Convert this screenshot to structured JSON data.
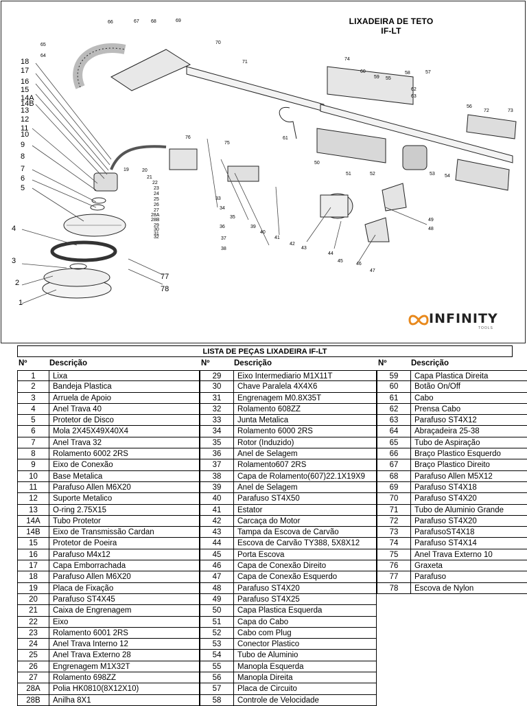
{
  "diagram": {
    "title_line1": "LIXADEIRA DE TETO",
    "title_line2": "IF-LT",
    "brand_name": "INFINITY",
    "brand_sub": "TOOLS",
    "callouts": [
      "1",
      "2",
      "3",
      "4",
      "5",
      "6",
      "7",
      "8",
      "9",
      "10",
      "11",
      "12",
      "13",
      "14B",
      "14A",
      "15",
      "16",
      "17",
      "18",
      "19",
      "20",
      "21",
      "22",
      "23",
      "24",
      "25",
      "26",
      "27",
      "28A",
      "28B",
      "29",
      "30",
      "31",
      "32",
      "33",
      "34",
      "35",
      "36",
      "37",
      "38",
      "39",
      "40",
      "41",
      "42",
      "43",
      "44",
      "45",
      "46",
      "47",
      "48",
      "49",
      "50",
      "51",
      "52",
      "53",
      "54",
      "55",
      "56",
      "57",
      "58",
      "59",
      "60",
      "61",
      "62",
      "63",
      "64",
      "65",
      "66",
      "67",
      "68",
      "69",
      "70",
      "71",
      "72",
      "73",
      "74",
      "75",
      "76",
      "77",
      "78"
    ]
  },
  "parts_table": {
    "title": "LISTA DE PEÇAS LIXADEIRA IF-LT",
    "col_no": "Nº",
    "col_desc": "Descrição",
    "columns": [
      [
        {
          "n": "1",
          "d": "Lixa"
        },
        {
          "n": "2",
          "d": "Bandeja Plastica"
        },
        {
          "n": "3",
          "d": "Arruela de Apoio"
        },
        {
          "n": "4",
          "d": "Anel Trava 40"
        },
        {
          "n": "5",
          "d": "Protetor de Disco"
        },
        {
          "n": "6",
          "d": "Mola 2X45X49X40X4"
        },
        {
          "n": "7",
          "d": "Anel Trava 32"
        },
        {
          "n": "8",
          "d": "Rolamento  6002 2RS"
        },
        {
          "n": "9",
          "d": "Eixo de Conexão"
        },
        {
          "n": "10",
          "d": "Base Metalica"
        },
        {
          "n": "11",
          "d": "Parafuso Allen M6X20"
        },
        {
          "n": "12",
          "d": "Suporte Metalico"
        },
        {
          "n": "13",
          "d": "O-ring 2.75X15"
        },
        {
          "n": "14A",
          "d": "Tubo Protetor"
        },
        {
          "n": "14B",
          "d": "Eixo de Transmissão Cardan"
        },
        {
          "n": "15",
          "d": "Protetor de Poeira"
        },
        {
          "n": "16",
          "d": "Parafuso M4x12"
        },
        {
          "n": "17",
          "d": "Capa Emborrachada"
        },
        {
          "n": "18",
          "d": "Parafuso Allen M6X20"
        },
        {
          "n": "19",
          "d": "Placa de Fixação"
        },
        {
          "n": "20",
          "d": "Parafuso ST4X45"
        },
        {
          "n": "21",
          "d": "Caixa de Engrenagem"
        },
        {
          "n": "22",
          "d": "Eixo"
        },
        {
          "n": "23",
          "d": "Rolamento  6001 2RS"
        },
        {
          "n": "24",
          "d": "Anel Trava Interno 12"
        },
        {
          "n": "25",
          "d": "Anel Trava Externo 28"
        },
        {
          "n": "26",
          "d": "Engrenagem M1X32T"
        },
        {
          "n": "27",
          "d": "Rolamento 698ZZ"
        },
        {
          "n": "28A",
          "d": "Polia HK0810(8X12X10)"
        },
        {
          "n": "28B",
          "d": "Anilha 8X1"
        }
      ],
      [
        {
          "n": "29",
          "d": "Eixo Intermediario M1X11T"
        },
        {
          "n": "30",
          "d": "Chave Paralela 4X4X6"
        },
        {
          "n": "31",
          "d": "Engrenagem M0.8X35T"
        },
        {
          "n": "32",
          "d": "Rolamento 608ZZ"
        },
        {
          "n": "33",
          "d": "Junta Metalica"
        },
        {
          "n": "34",
          "d": "Rolamento 6000 2RS"
        },
        {
          "n": "35",
          "d": "Rotor (Induzido)"
        },
        {
          "n": "36",
          "d": "Anel de Selagem"
        },
        {
          "n": "37",
          "d": "Rolamento607 2RS"
        },
        {
          "n": "38",
          "d": "Capa de Rolamento(607)22.1X19X9"
        },
        {
          "n": "39",
          "d": "Anel de Selagem"
        },
        {
          "n": "40",
          "d": "Parafuso ST4X50"
        },
        {
          "n": "41",
          "d": "Estator"
        },
        {
          "n": "42",
          "d": "Carcaça do Motor"
        },
        {
          "n": "43",
          "d": "Tampa da Escova de Carvão"
        },
        {
          "n": "44",
          "d": "Escova de Carvão TY388, 5X8X12"
        },
        {
          "n": "45",
          "d": "Porta Escova"
        },
        {
          "n": "46",
          "d": "Capa de Conexão Direito"
        },
        {
          "n": "47",
          "d": "Capa de Conexão Esquerdo"
        },
        {
          "n": "48",
          "d": "Parafuso ST4X20"
        },
        {
          "n": "49",
          "d": "Parafuso ST4X25"
        },
        {
          "n": "50",
          "d": "Capa Plastica Esquerda"
        },
        {
          "n": "51",
          "d": "Capa do Cabo"
        },
        {
          "n": "52",
          "d": "Cabo com Plug"
        },
        {
          "n": "53",
          "d": "Conector Plastico"
        },
        {
          "n": "54",
          "d": "Tubo de Aluminio"
        },
        {
          "n": "55",
          "d": "Manopla Esquerda"
        },
        {
          "n": "56",
          "d": "Manopla Direita"
        },
        {
          "n": "57",
          "d": "Placa de Circuito"
        },
        {
          "n": "58",
          "d": "Controle de Velocidade"
        }
      ],
      [
        {
          "n": "59",
          "d": "Capa Plastica Direita"
        },
        {
          "n": "60",
          "d": "Botão On/Off"
        },
        {
          "n": "61",
          "d": "Cabo"
        },
        {
          "n": "62",
          "d": "Prensa Cabo"
        },
        {
          "n": "63",
          "d": "Parafuso ST4X12"
        },
        {
          "n": "64",
          "d": "Abraçadeira 25-38"
        },
        {
          "n": "65",
          "d": "Tubo de Aspiração"
        },
        {
          "n": "66",
          "d": "Braço Plastico Esquerdo"
        },
        {
          "n": "67",
          "d": "Braço Plastico Direito"
        },
        {
          "n": "68",
          "d": "Parafuso Allen  M5X12"
        },
        {
          "n": "69",
          "d": "Parafuso ST4X18"
        },
        {
          "n": "70",
          "d": "Parafuso ST4X20"
        },
        {
          "n": "71",
          "d": "Tubo de Aluminio Grande"
        },
        {
          "n": "72",
          "d": "Parafuso ST4X20"
        },
        {
          "n": "73",
          "d": "ParafusoST4X18"
        },
        {
          "n": "74",
          "d": "Parafuso ST4X14"
        },
        {
          "n": "75",
          "d": "Anel Trava Externo 10"
        },
        {
          "n": "76",
          "d": "Graxeta"
        },
        {
          "n": "77",
          "d": "Parafuso"
        },
        {
          "n": "78",
          "d": "Escova de Nylon"
        }
      ]
    ]
  }
}
